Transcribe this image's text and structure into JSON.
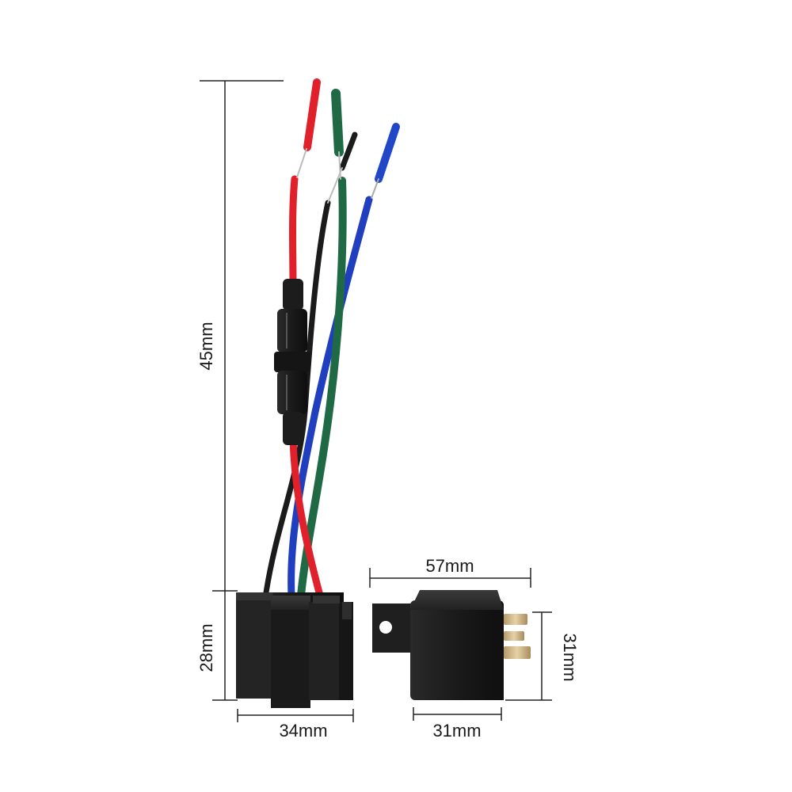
{
  "dimensions": {
    "harness_height": "45mm",
    "socket_height": "28mm",
    "socket_width": "34mm",
    "relay_length": "57mm",
    "relay_height": "31mm",
    "relay_width": "31mm"
  },
  "wire_colors": {
    "red": "#e0202a",
    "black": "#1b1b1b",
    "green": "#1f6a45",
    "blue": "#1f3fbf"
  },
  "body_color": "#1e1e1e"
}
